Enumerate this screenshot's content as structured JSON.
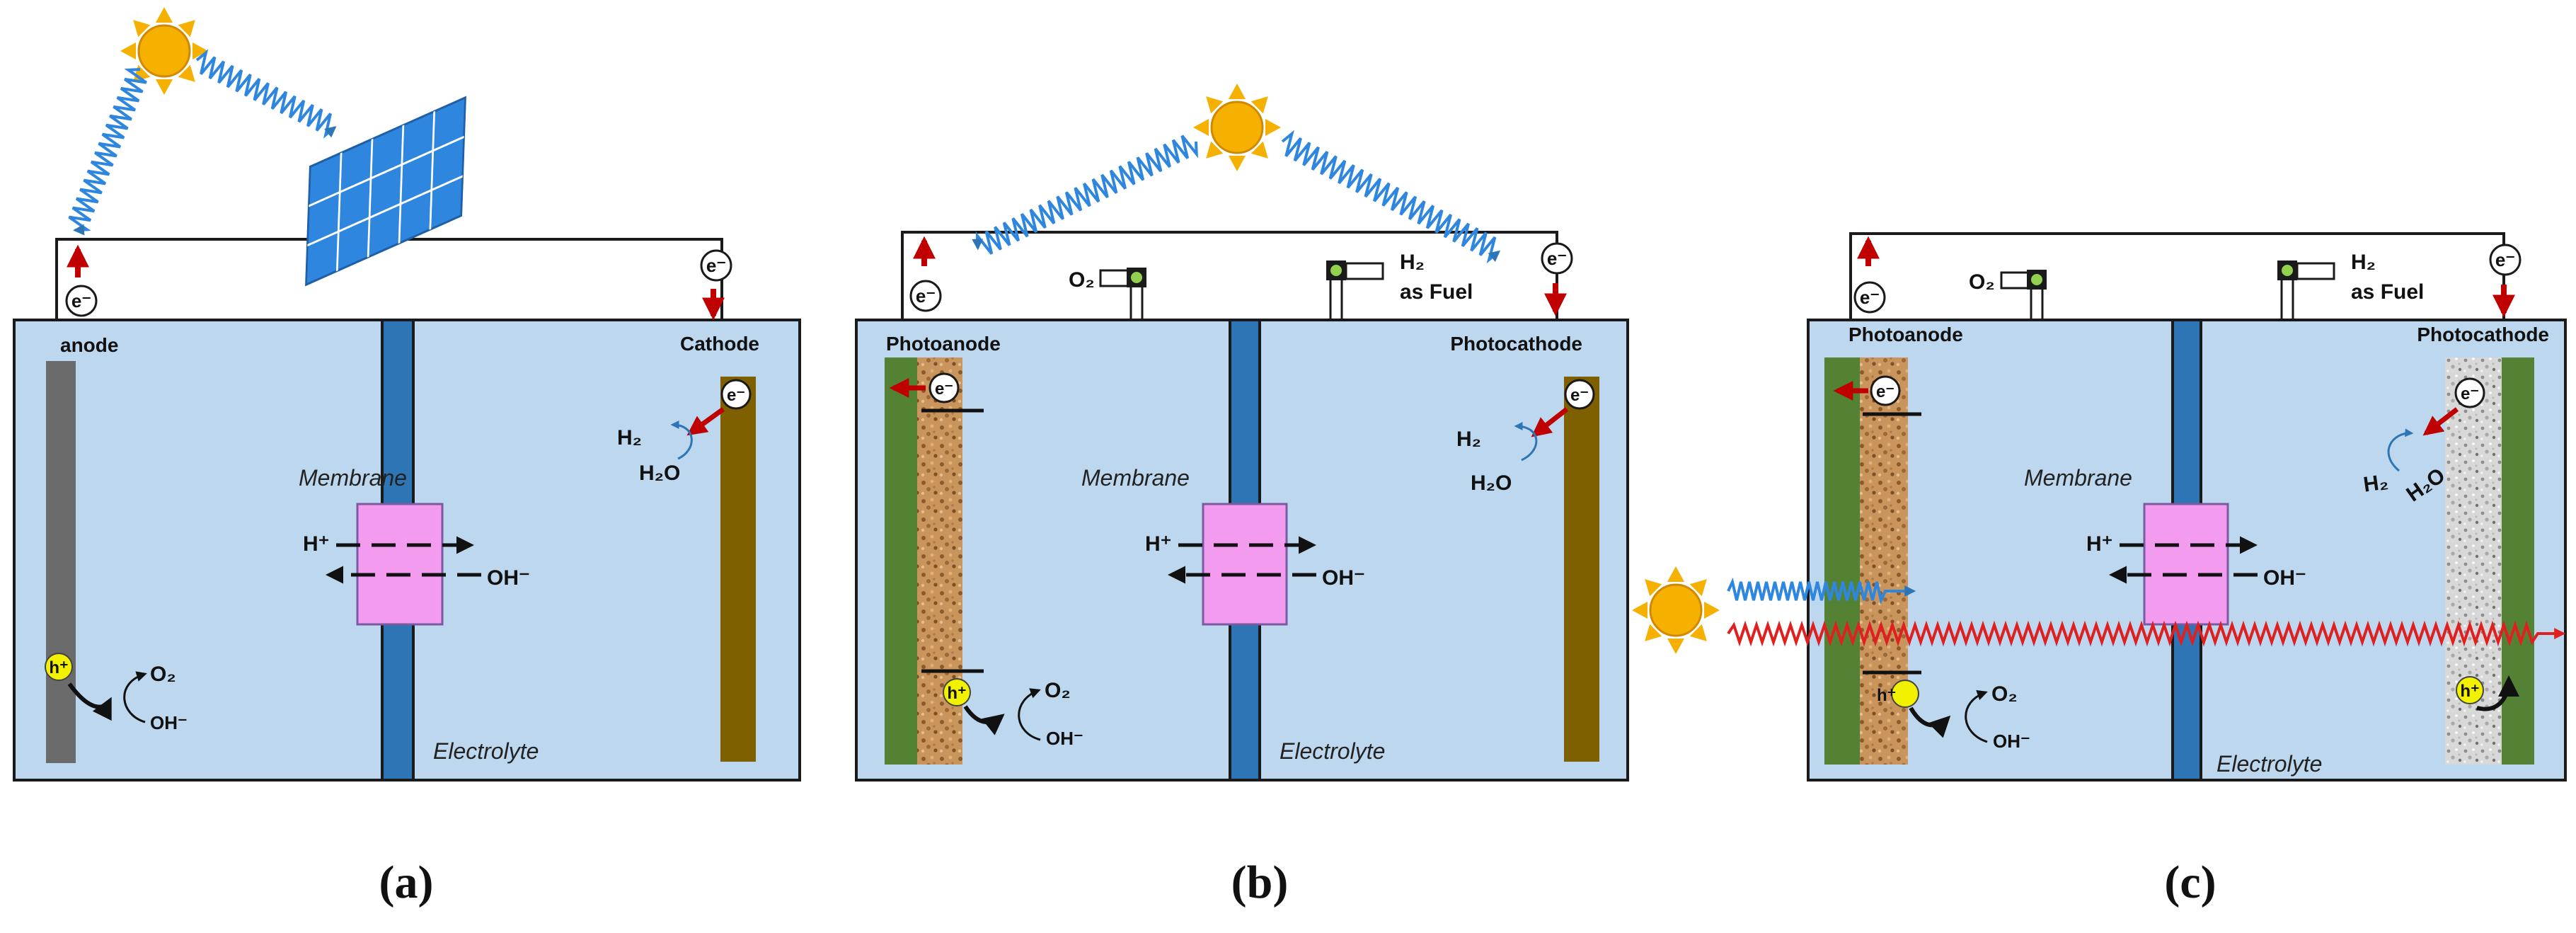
{
  "panels": [
    {
      "caption": "(a)",
      "left_electrode": "anode",
      "right_electrode": "Cathode",
      "membrane": "Membrane",
      "electrolyte": "Electrolyte"
    },
    {
      "caption": "(b)",
      "left_electrode": "Photoanode",
      "right_electrode": "Photocathode",
      "membrane": "Membrane",
      "electrolyte": "Electrolyte",
      "gas_left": "O₂",
      "gas_right": "H₂",
      "gas_right_note": "as Fuel"
    },
    {
      "caption": "(c)",
      "left_electrode": "Photoanode",
      "right_electrode": "Photocathode",
      "membrane": "Membrane",
      "electrolyte": "Electrolyte",
      "gas_left": "O₂",
      "gas_right": "H₂",
      "gas_right_note": "as Fuel"
    }
  ],
  "species": {
    "electron": "e⁻",
    "hole": "h⁺",
    "proton": "H⁺",
    "hydroxide": "OH⁻",
    "oxygen": "O₂",
    "hydrogen": "H₂",
    "water": "H₂O"
  },
  "colors": {
    "electrolyte": "#bdd7ee",
    "membrane_bar": "#2e75b6",
    "membrane_patch": "#f29bef",
    "cathode_brown": "#7f6000",
    "anode_grey": "#6b6b6b",
    "substrate_green": "#548235",
    "arrow_red": "#c00000",
    "wave_blue": "#2e86de",
    "wave_red": "#e02020",
    "sun": "#f6b000"
  }
}
